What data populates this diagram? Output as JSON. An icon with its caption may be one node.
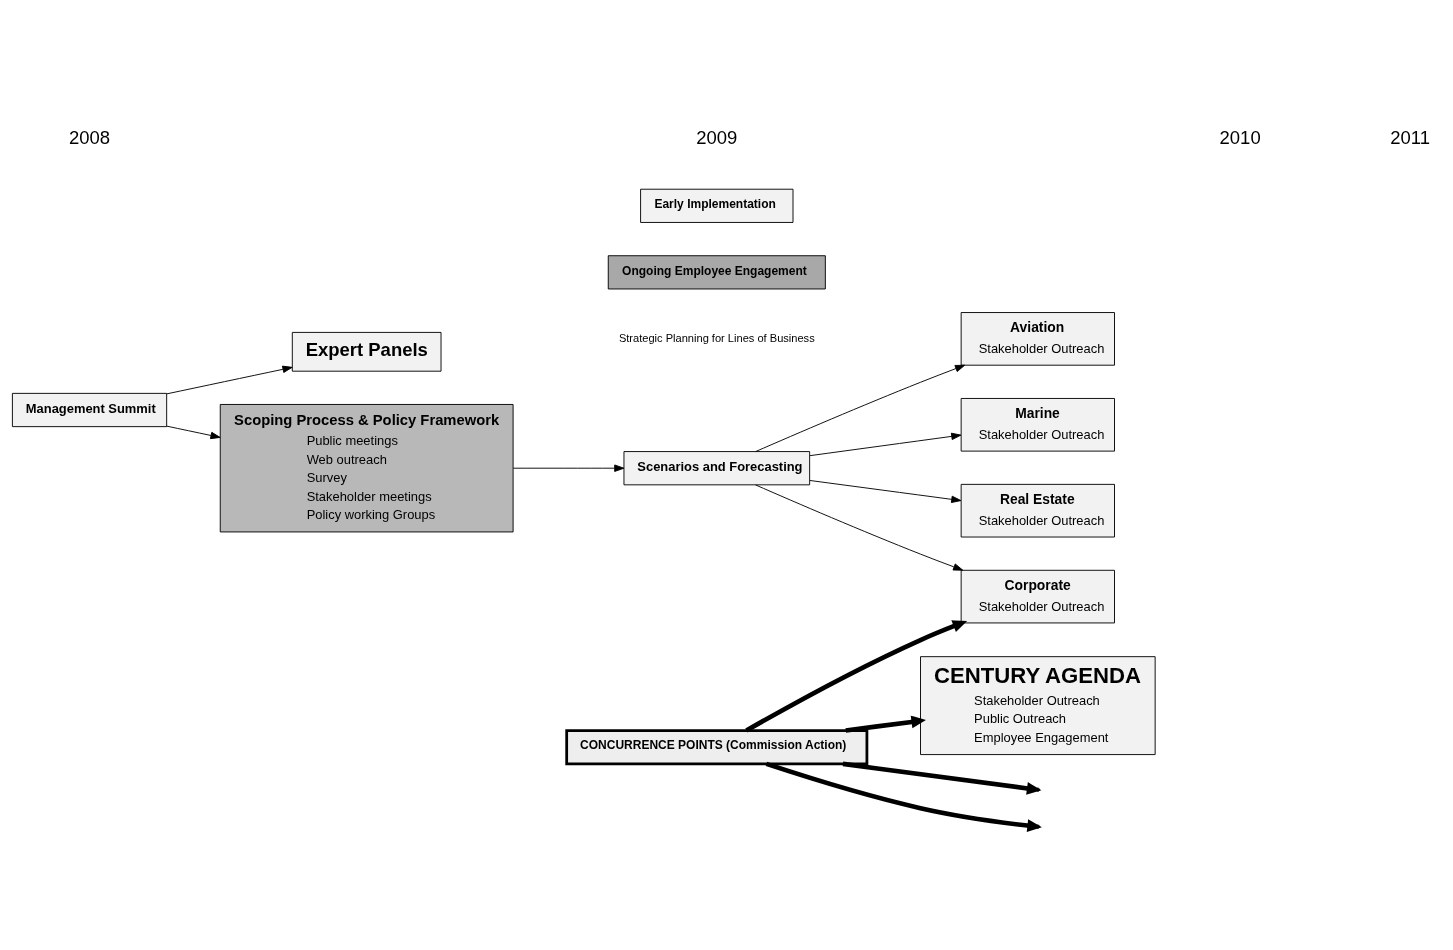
{
  "diagram": {
    "nodes": [
      {
        "text": [
          "Expert Panels"
        ]
      },
      {
        "text": [
          "Management Summit"
        ]
      },
      {
        "text": [
          "Scoping Process & Policy Framework",
          "Public meetings",
          "Web outreach",
          "Survey",
          "Stakeholder meetings",
          "Policy working Groups"
        ]
      },
      {
        "text": [
          "Scenarios and Forecasting"
        ]
      },
      {
        "text": [
          "Aviation",
          "Stakeholder Outreach"
        ]
      },
      {
        "text": [
          "Marine",
          "Stakeholder Outreach"
        ]
      },
      {
        "text": [
          "Real Estate",
          "Stakeholder Outreach"
        ]
      },
      {
        "text": [
          "Corporate",
          "Stakeholder Outreach"
        ]
      },
      {
        "text": [
          "CENTURY AGENDA",
          "Stakeholder Outreach",
          "Public Outreach",
          "Employee Engagement"
        ]
      },
      {
        "text": [
          "CONCURRENCE POINTS (Commission Action)"
        ]
      },
      {
        "text": [
          "Ongoing Employee Engagement"
        ]
      },
      {
        "text": [
          "Early Implementation"
        ]
      }
    ],
    "edges": [
      {
        "from": 1,
        "to": 0,
        "arrow": "to"
      },
      {
        "from": 1,
        "to": 2,
        "arrow": "to"
      },
      {
        "from": 2,
        "to": 3,
        "arrow": "to"
      },
      {
        "from": 3,
        "to": 4,
        "arrow": "to"
      },
      {
        "from": 3,
        "to": 5,
        "arrow": "to"
      },
      {
        "from": 3,
        "to": 6,
        "arrow": "to"
      },
      {
        "from": 3,
        "to": 7,
        "arrow": "to"
      },
      {
        "from": 9,
        "to": null,
        "arrow": "to",
        "style": "thick"
      },
      {
        "from": 9,
        "to": null,
        "arrow": "to",
        "style": "thick"
      },
      {
        "from": 9,
        "to": 7,
        "arrow": "to",
        "style": "thick"
      },
      {
        "from": 9,
        "to": 8,
        "arrow": "to",
        "style": "thick"
      }
    ],
    "labels": [
      "Strategic Planning for Lines of Business",
      "2008",
      "2009",
      "2010",
      "2011"
    ]
  }
}
